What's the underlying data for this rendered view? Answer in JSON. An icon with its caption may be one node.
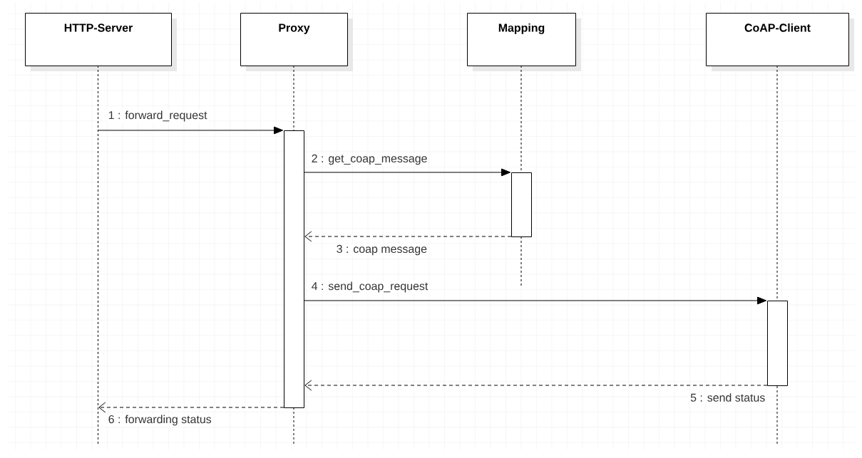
{
  "diagram": {
    "nodes": [
      {
        "text": [
          "HTTP-Server"
        ]
      },
      {
        "text": [
          "Proxy"
        ]
      },
      {
        "text": [
          "Mapping"
        ]
      },
      {
        "text": [
          "CoAP-Client"
        ]
      },
      {
        "text": [],
        "shape": "bar",
        "in": 1
      },
      {
        "text": [],
        "shape": "bar",
        "in": 2
      },
      {
        "text": [],
        "shape": "bar",
        "in": 3
      }
    ],
    "edges": [
      {
        "from": 0,
        "to": 4,
        "arrow": "to",
        "label": "1 : forward_request"
      },
      {
        "from": 4,
        "to": 5,
        "arrow": "to",
        "label": "2 : get_coap_message"
      },
      {
        "from": 5,
        "to": 4,
        "arrow": "to",
        "label": "3 : coap message",
        "style": "dashed"
      },
      {
        "from": 4,
        "to": 6,
        "arrow": "to",
        "label": "4 : send_coap_request"
      },
      {
        "from": 6,
        "to": 4,
        "arrow": "to",
        "label": "5 : send status",
        "style": "dashed"
      },
      {
        "from": 4,
        "to": 0,
        "arrow": "to",
        "label": "6 : forwarding status",
        "style": "dashed"
      }
    ]
  }
}
